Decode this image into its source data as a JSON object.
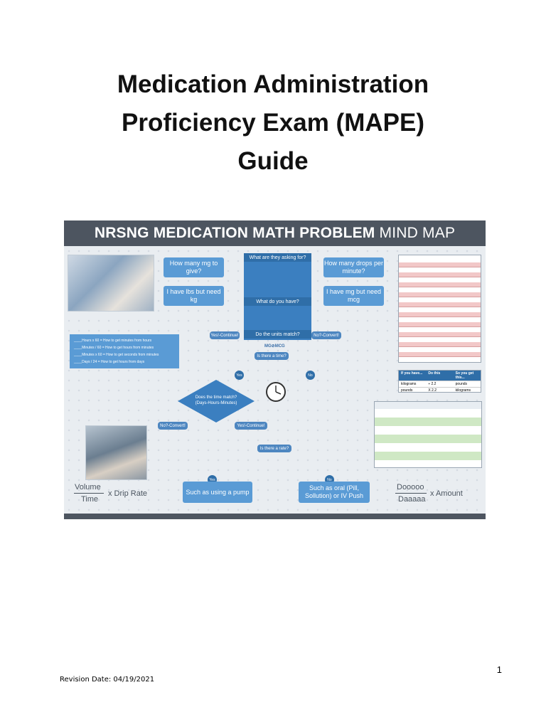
{
  "document": {
    "title_lines": [
      "Medication Administration",
      "Proficiency Exam (MAPE)",
      "Guide"
    ],
    "page_number": "1",
    "revision": "Revision Date: 04/19/2021"
  },
  "mindmap": {
    "header_bold": "NRSNG MEDICATION MATH PROBLEM",
    "header_light": "MIND MAP",
    "q_mg": "How many mg to give?",
    "q_drops": "How many drops per minute?",
    "have_lbs": "I have lbs but need kg",
    "have_mcg": "I have mg but need mcg",
    "asking_for": "What are they asking for?",
    "do_you_have": "What do you have?",
    "units_match": "Do the units match?",
    "mg_mcg": "MG⊘MCG",
    "time_conversions": [
      "____Hours x 60 = How to get minutes from hours",
      "____Minutes / 60 = How to get hours from minutes",
      "____Minutes x 60 = How to get seconds from minutes",
      "____Days / 24 = How to get hours from days"
    ],
    "yes_continue": "Yes!-Continue!",
    "no_convert": "No?-Convert!",
    "is_time": "Is there a time?",
    "yes": "Yes",
    "no": "No",
    "time_match": "Does the time match? (Days-Hours-Minutes)",
    "no_convert_2": "No?-Convert!",
    "yes_continue_2": "Yes!-Continue!",
    "is_rate": "Is there a rate?",
    "conversion_table": {
      "headers": [
        "If you have...",
        "Do this",
        "So you get this..."
      ],
      "rows": [
        [
          "kilograms",
          "÷ 2.2",
          "pounds"
        ],
        [
          "pounds",
          "X 2.2",
          "kilograms"
        ]
      ]
    },
    "pump_label": "Such as using a pump",
    "oral_label": "Such as oral (Pill, Sollution) or IV Push",
    "volume": "Volume",
    "time": "Time",
    "drip_rate": "x  Drip Rate",
    "doooo": "Dooooo",
    "daaaa": "Daaaaa",
    "amount": "x  Amount"
  }
}
